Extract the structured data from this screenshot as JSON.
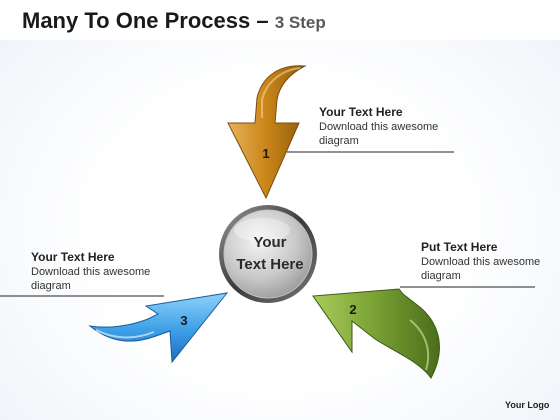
{
  "title": {
    "main": "Many To One Process",
    "separator": "–",
    "sub": "3 Step"
  },
  "center": {
    "line1": "Your",
    "line2": "Text Here"
  },
  "steps": [
    {
      "number": "1",
      "heading": "Your Text Here",
      "body": "Download this awesome diagram",
      "color": "#c78a22"
    },
    {
      "number": "2",
      "heading": "Put Text Here",
      "body": "Download this awesome diagram",
      "color": "#7ea33a"
    },
    {
      "number": "3",
      "heading": "Your Text Here",
      "body": "Download this awesome diagram",
      "color": "#3a9be0"
    }
  ],
  "logo": "Your Logo"
}
